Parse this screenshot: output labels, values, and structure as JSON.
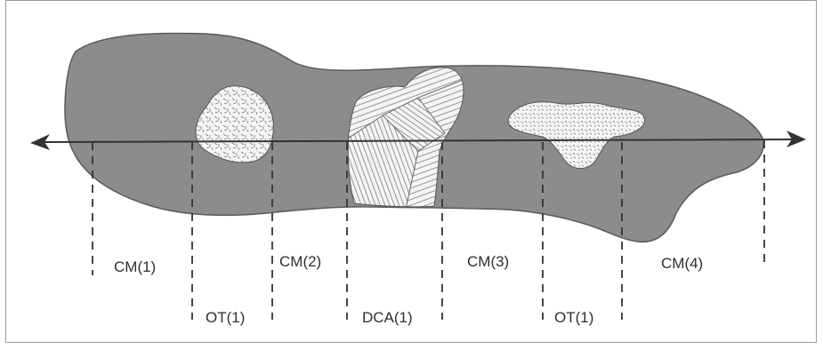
{
  "diagram": {
    "segment_labels": {
      "cm1": "CM(1)",
      "ot1_left": "OT(1)",
      "cm2": "CM(2)",
      "dca1": "DCA(1)",
      "cm3": "CM(3)",
      "ot1_right": "OT(1)",
      "cm4": "CM(4)"
    },
    "colors": {
      "matrix_fill": "#8d8b8c",
      "matrix_stroke": "#5a5a5a",
      "clast_fill": "#f4f4f4",
      "line": "#333333"
    }
  }
}
